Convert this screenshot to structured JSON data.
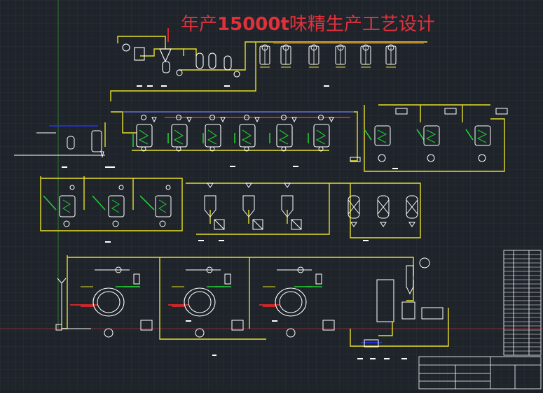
{
  "drawing": {
    "title_prefix": "年产",
    "title_number": "15000t",
    "title_suffix": "味精生产工艺设计"
  },
  "colors": {
    "background": "#1f242b",
    "grid": "#2b3139",
    "pipe_main": "#e6df2a",
    "pipe_steam": "#ff2a2a",
    "pipe_water": "#2333ff",
    "pipe_cool": "#22cc33",
    "equipment": "#ffffff",
    "title": "#e0313b"
  },
  "sections": [
    "raw-material-preparation",
    "fermentation-tanks",
    "seed-tanks",
    "extraction-tanks",
    "crystallizers",
    "ion-exchange-columns",
    "evaporation-crystallizers",
    "drying-unit",
    "title-block"
  ]
}
